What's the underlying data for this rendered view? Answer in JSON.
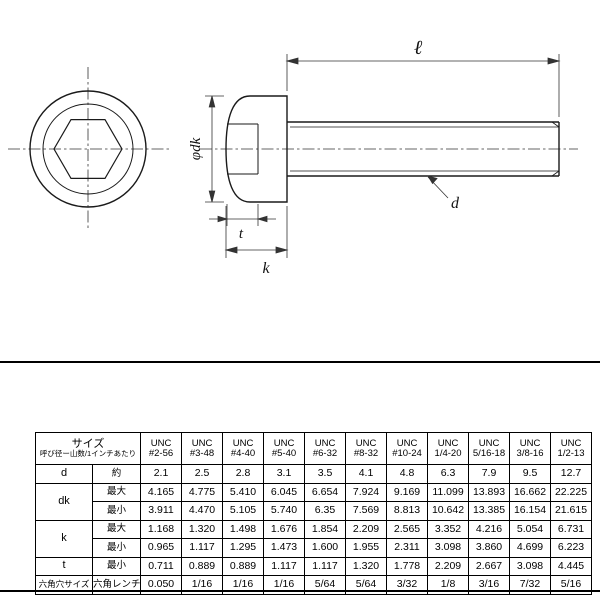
{
  "diagram": {
    "dim_length": "ℓ",
    "dim_head_diameter": "φdk",
    "dim_socket_depth": "t",
    "dim_head_height": "k",
    "dim_thread_diameter": "d"
  },
  "table": {
    "corner": {
      "line1": "サイズ",
      "line2": "呼び径ー山数/1インチあたり"
    },
    "unit_label": "UNC",
    "columns": [
      "#2-56",
      "#3-48",
      "#4-40",
      "#5-40",
      "#6-32",
      "#8-32",
      "#10-24",
      "1/4-20",
      "5/16-18",
      "3/8-16",
      "1/2-13"
    ],
    "rows": [
      {
        "dim": "d",
        "sub": "約",
        "span": 1,
        "values": [
          "2.1",
          "2.5",
          "2.8",
          "3.1",
          "3.5",
          "4.1",
          "4.8",
          "6.3",
          "7.9",
          "9.5",
          "12.7"
        ]
      },
      {
        "dim": "dk",
        "sub": "最大",
        "span": 2,
        "values": [
          "4.165",
          "4.775",
          "5.410",
          "6.045",
          "6.654",
          "7.924",
          "9.169",
          "11.099",
          "13.893",
          "16.662",
          "22.225"
        ]
      },
      {
        "dim": "",
        "sub": "最小",
        "span": 0,
        "values": [
          "3.911",
          "4.470",
          "5.105",
          "5.740",
          "6.35",
          "7.569",
          "8.813",
          "10.642",
          "13.385",
          "16.154",
          "21.615"
        ]
      },
      {
        "dim": "k",
        "sub": "最大",
        "span": 2,
        "values": [
          "1.168",
          "1.320",
          "1.498",
          "1.676",
          "1.854",
          "2.209",
          "2.565",
          "3.352",
          "4.216",
          "5.054",
          "6.731"
        ]
      },
      {
        "dim": "",
        "sub": "最小",
        "span": 0,
        "values": [
          "0.965",
          "1.117",
          "1.295",
          "1.473",
          "1.600",
          "1.955",
          "2.311",
          "3.098",
          "3.860",
          "4.699",
          "6.223"
        ]
      },
      {
        "dim": "t",
        "sub": "最小",
        "span": 1,
        "values": [
          "0.711",
          "0.889",
          "0.889",
          "1.117",
          "1.117",
          "1.320",
          "1.778",
          "2.209",
          "2.667",
          "3.098",
          "4.445"
        ]
      },
      {
        "dim": "六角穴サイズ",
        "sub": "六角レンチ",
        "span": 1,
        "values": [
          "0.050",
          "1/16",
          "1/16",
          "1/16",
          "5/64",
          "5/64",
          "3/32",
          "1/8",
          "3/16",
          "7/32",
          "5/16"
        ]
      }
    ]
  }
}
